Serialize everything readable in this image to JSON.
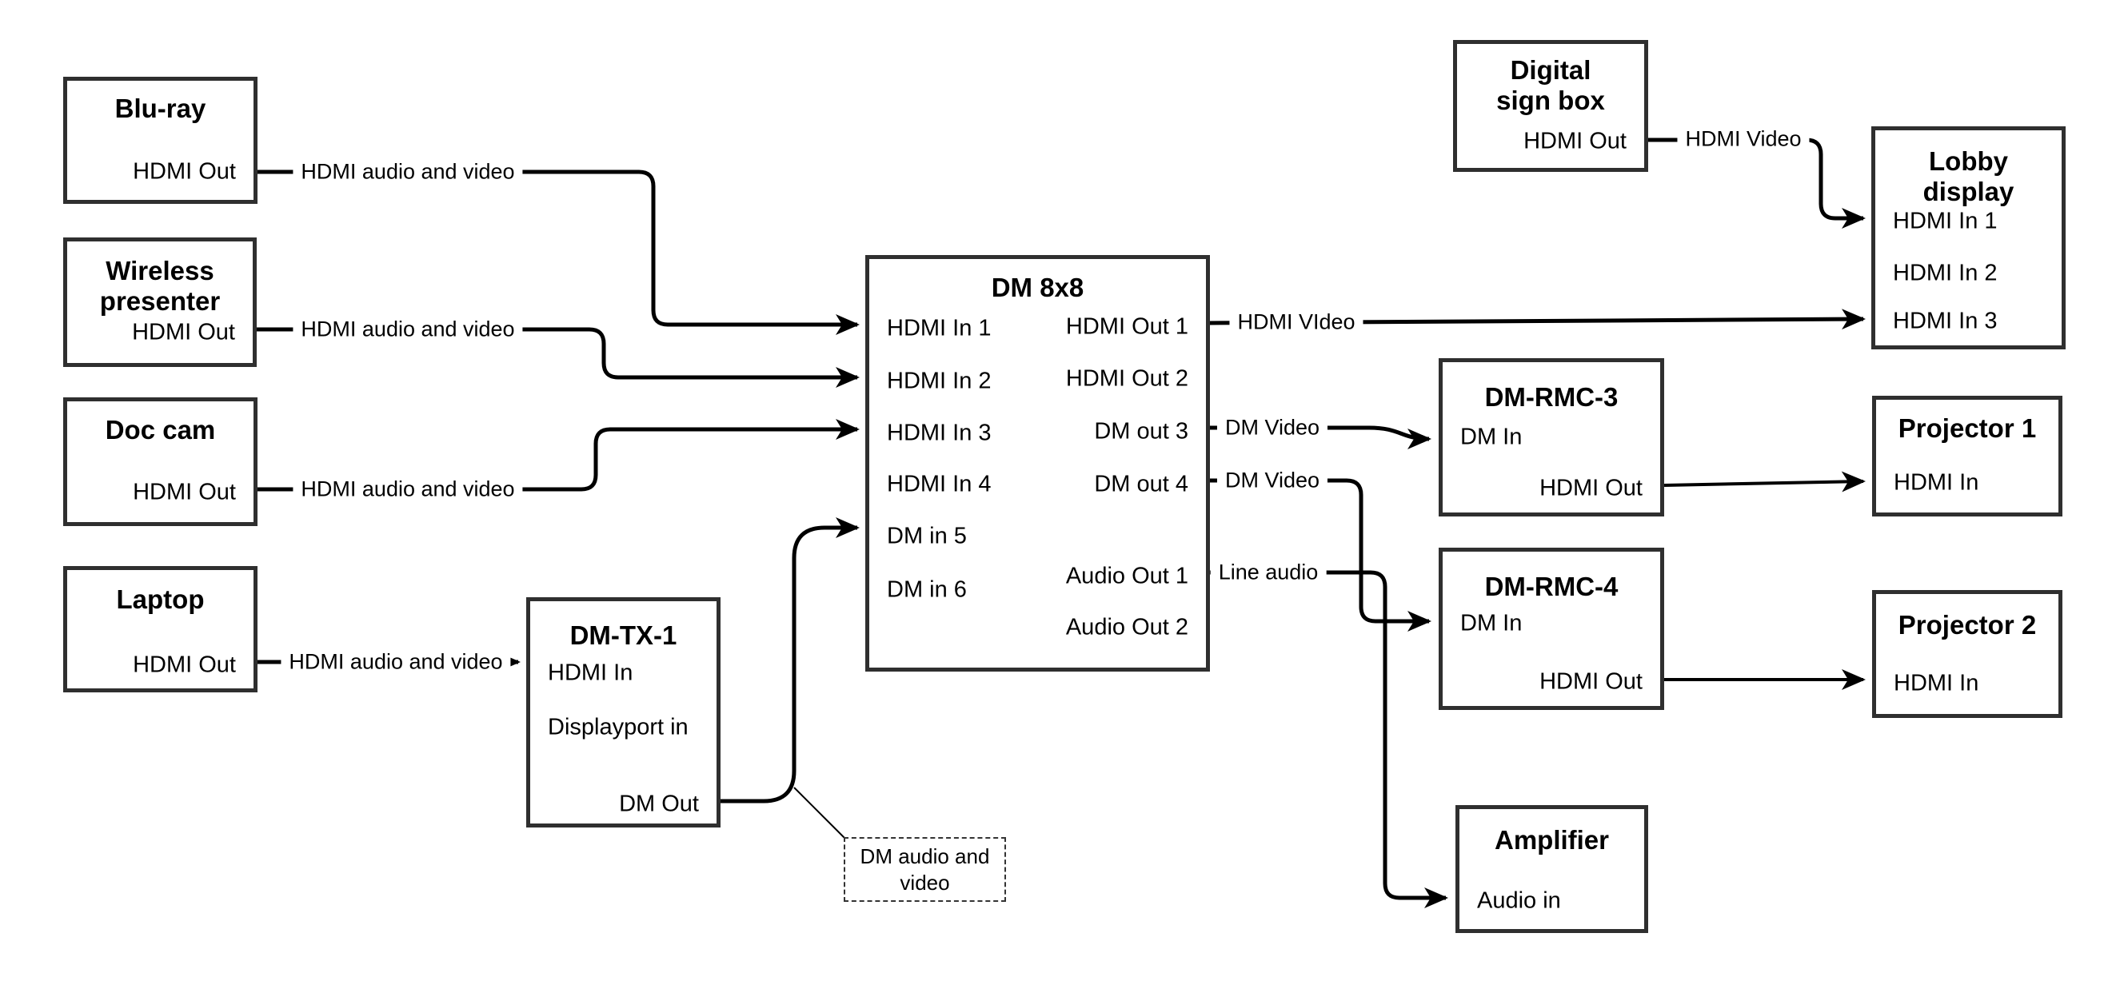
{
  "diagram": {
    "title": "DM 8x8 AV signal flow diagram",
    "colors": {
      "wire": "#000000",
      "box_border": "#2f2f2f",
      "background": "#ffffff",
      "text": "#000000"
    },
    "nodes": {
      "bluray": {
        "title": "Blu-ray",
        "ports": [
          {
            "label": "HDMI Out"
          }
        ]
      },
      "wireless": {
        "title": "Wireless presenter",
        "ports": [
          {
            "label": "HDMI Out"
          }
        ]
      },
      "doccam": {
        "title": "Doc cam",
        "ports": [
          {
            "label": "HDMI Out"
          }
        ]
      },
      "laptop": {
        "title": "Laptop",
        "ports": [
          {
            "label": "HDMI Out"
          }
        ]
      },
      "dmtx1": {
        "title": "DM-TX-1",
        "ports": [
          {
            "label": "HDMI In"
          },
          {
            "label": "Displayport in"
          },
          {
            "label": "DM Out"
          }
        ]
      },
      "dm8x8": {
        "title": "DM 8x8",
        "ports": [
          {
            "label": "HDMI In 1"
          },
          {
            "label": "HDMI In 2"
          },
          {
            "label": "HDMI In 3"
          },
          {
            "label": "HDMI In 4"
          },
          {
            "label": "DM in 5"
          },
          {
            "label": "DM in 6"
          },
          {
            "label": "HDMI Out 1"
          },
          {
            "label": "HDMI Out 2"
          },
          {
            "label": "DM out 3"
          },
          {
            "label": "DM out 4"
          },
          {
            "label": "Audio Out 1"
          },
          {
            "label": "Audio Out 2"
          }
        ]
      },
      "digisign": {
        "title": "Digital sign box",
        "ports": [
          {
            "label": "HDMI Out"
          }
        ]
      },
      "lobby": {
        "title": "Lobby display",
        "ports": [
          {
            "label": "HDMI In 1"
          },
          {
            "label": "HDMI In 2"
          },
          {
            "label": "HDMI In 3"
          }
        ]
      },
      "dmrmc3": {
        "title": "DM-RMC-3",
        "ports": [
          {
            "label": "DM In"
          },
          {
            "label": "HDMI Out"
          }
        ]
      },
      "proj1": {
        "title": "Projector 1",
        "ports": [
          {
            "label": "HDMI In"
          }
        ]
      },
      "dmrmc4": {
        "title": "DM-RMC-4",
        "ports": [
          {
            "label": "DM In"
          },
          {
            "label": "HDMI Out"
          }
        ]
      },
      "proj2": {
        "title": "Projector 2",
        "ports": [
          {
            "label": "HDMI In"
          }
        ]
      },
      "amplifier": {
        "title": "Amplifier",
        "ports": [
          {
            "label": "Audio in"
          }
        ]
      }
    },
    "edges": {
      "bluray_to_in1": {
        "from": "Blu-ray HDMI Out",
        "to": "DM 8x8 HDMI In 1",
        "label": "HDMI audio and video"
      },
      "wireless_to_in2": {
        "from": "Wireless presenter HDMI Out",
        "to": "DM 8x8 HDMI In 2",
        "label": "HDMI audio and video"
      },
      "doccam_to_in3": {
        "from": "Doc cam HDMI Out",
        "to": "DM 8x8 HDMI In 3",
        "label": "HDMI audio and video"
      },
      "laptop_to_tx1": {
        "from": "Laptop HDMI Out",
        "to": "DM-TX-1 HDMI In",
        "label": "HDMI audio and video"
      },
      "tx1_to_dmin5": {
        "from": "DM-TX-1 DM Out",
        "to": "DM 8x8 DM in 5",
        "label": ""
      },
      "out1_to_lobby": {
        "from": "DM 8x8 HDMI Out 1",
        "to": "Lobby display HDMI In 3",
        "label": "HDMI VIdeo"
      },
      "digisign_to_lobby": {
        "from": "Digital sign box HDMI Out",
        "to": "Lobby display HDMI In 1",
        "label": "HDMI Video"
      },
      "out3_to_rmc3": {
        "from": "DM 8x8 DM out 3",
        "to": "DM-RMC-3 DM In",
        "label": "DM Video"
      },
      "out4_to_rmc4": {
        "from": "DM 8x8 DM out 4",
        "to": "DM-RMC-4 DM In",
        "label": "DM Video"
      },
      "audio1_to_amp": {
        "from": "DM 8x8 Audio Out 1",
        "to": "Amplifier Audio in",
        "label": "Line audio"
      },
      "rmc3_to_proj1": {
        "from": "DM-RMC-3 HDMI Out",
        "to": "Projector 1 HDMI In",
        "label": ""
      },
      "rmc4_to_proj2": {
        "from": "DM-RMC-4 HDMI Out",
        "to": "Projector 2 HDMI In",
        "label": ""
      }
    },
    "note": {
      "text": "DM audio and video"
    }
  }
}
